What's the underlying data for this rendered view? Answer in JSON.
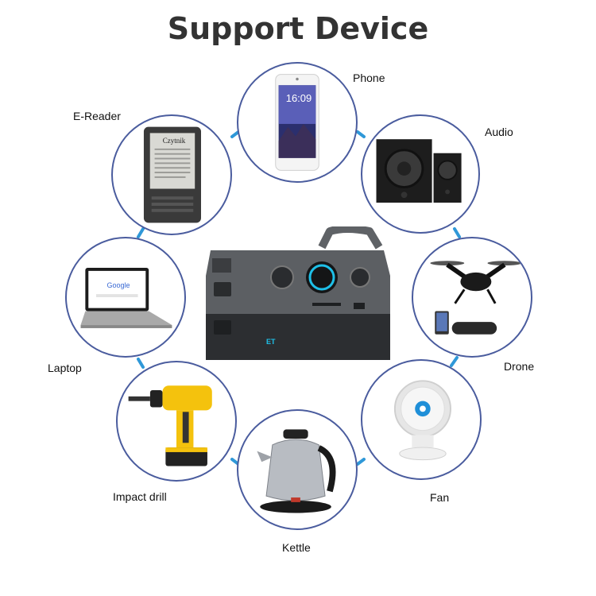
{
  "title": "Support Device",
  "colors": {
    "ring": "#4a5c9e",
    "link": "#2f98d8",
    "title": "#333333"
  },
  "center": {
    "brand_text": "ET"
  },
  "devices": [
    {
      "id": "phone",
      "label": "Phone",
      "icon": "smartphone-icon",
      "screen_time": "16:09"
    },
    {
      "id": "audio",
      "label": "Audio",
      "icon": "speaker-icon"
    },
    {
      "id": "drone",
      "label": "Drone",
      "icon": "drone-icon"
    },
    {
      "id": "fan",
      "label": "Fan",
      "icon": "fan-icon"
    },
    {
      "id": "kettle",
      "label": "Kettle",
      "icon": "kettle-icon"
    },
    {
      "id": "drill",
      "label": "Impact drill",
      "icon": "drill-icon"
    },
    {
      "id": "laptop",
      "label": "Laptop",
      "icon": "laptop-icon",
      "screen_text": "Google"
    },
    {
      "id": "ereader",
      "label": "E-Reader",
      "icon": "ereader-icon",
      "screen_title": "Czytnik"
    }
  ]
}
